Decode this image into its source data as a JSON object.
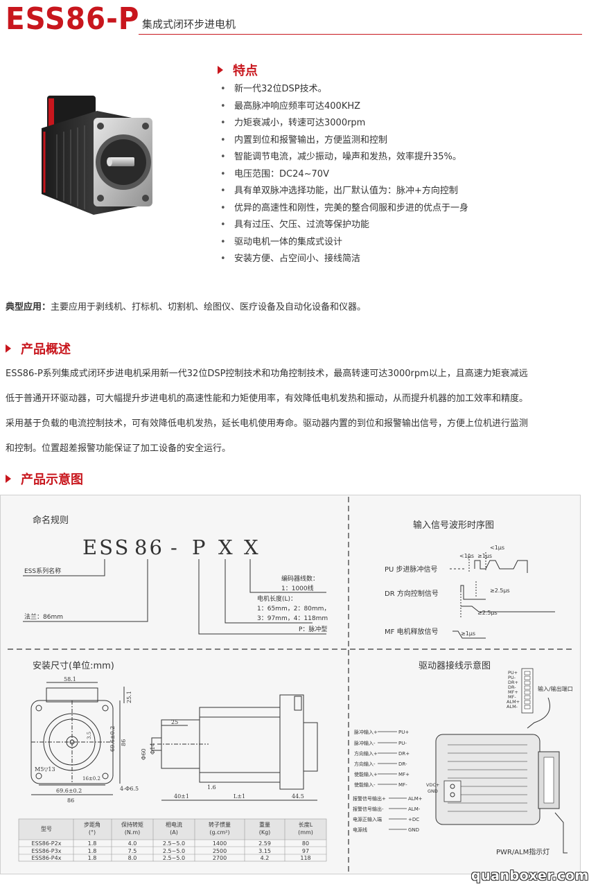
{
  "header": {
    "brand": "ESS86-P",
    "subtitle": "集成式闭环步进电机"
  },
  "features": {
    "title": "特点",
    "items": [
      "新一代32位DSP技术。",
      "最高脉冲响应频率可达400KHZ",
      "力矩衰减小，转速可达3000rpm",
      "内置到位和报警输出，方便监测和控制",
      "智能调节电流，减少振动，噪声和发热，效率提升35%。",
      "电压范围：DC24~70V",
      "具有单双脉冲选择功能，出厂默认值为：脉冲+方向控制",
      "优异的高速性和刚性，完美的整合伺服和步进的优点于一身",
      "具有过压、欠压、过流等保护功能",
      "驱动电机一体的集成式设计",
      "安装方便、占空间小、接线简洁"
    ]
  },
  "applications": {
    "label": "典型应用：",
    "text": "主要应用于剥线机、打标机、切割机、绘图仪、医疗设备及自动化设备和仪器。"
  },
  "overview": {
    "title": "产品概述",
    "lines": [
      "ESS86-P系列集成式闭环步进电机采用新一代32位DSP控制技术和功角控制技术，最高转速可达3000rpm以上，且高速力矩衰减远",
      "低于普通开环驱动器，可大幅提升步进电机的高速性能和力矩使用率，有效降低电机发热和振动，从而提升机器的加工效率和精度。",
      "采用基于负载的电流控制技术，可有效降低电机发热，延长电机使用寿命。驱动器内置的到位和报警输出信号，方便上位机进行监测",
      "和控制。位置超差报警功能保证了加工设备的安全运行。"
    ]
  },
  "schematic": {
    "title": "产品示意图",
    "naming": {
      "title": "命名规则",
      "code": [
        "ESS",
        "86",
        "-",
        "P",
        "X",
        "X"
      ],
      "series": "ESS系列名称",
      "flange": "法兰：86mm",
      "encoder_title": "编码器线数：",
      "encoder_value": "1：1000线",
      "length_title": "电机长度(L)：",
      "length_line1": "1：65mm，2：80mm，",
      "length_line2": "3：97mm，4：118mm",
      "pulse_type": "P：脉冲型"
    },
    "timing": {
      "title": "输入信号波形时序图",
      "pu": "PU 步进脉冲信号",
      "dr": "DR 方向控制信号",
      "mf": "MF 电机释放信号",
      "t1": "<1μs",
      "t2": "<1μs",
      "t3": "≥1μs",
      "t4": "≥2.5μs",
      "t5": "≥2.5μs",
      "t6": "≥1μs"
    },
    "mounting": {
      "title": "安装尺寸(单位:mm)",
      "dims": {
        "d58": "58.1",
        "d25v": "25.1",
        "d86h": "86",
        "d86v": "86",
        "d69": "69.6±0.2",
        "d69v": "69.6±0.2",
        "d16": "16±0.2",
        "d3": "3.5",
        "m5": "M5▽13",
        "holes": "4-Φ6.5",
        "d25": "25",
        "d60": "Φ60",
        "d14": "Φ14",
        "d40": "40±1",
        "d16b": "1.6",
        "l": "L±1",
        "d44": "44.5"
      }
    },
    "wiring": {
      "title": "驱动器接线示意图",
      "port_label": "输入/输出端口",
      "port_pins": [
        "PU+",
        "PU-",
        "DR+",
        "DR-",
        "MF+",
        "MF-",
        "ALM+",
        "ALM-"
      ],
      "signals": [
        {
          "label": "脉冲输入+",
          "pin": "PU+"
        },
        {
          "label": "脉冲输入-",
          "pin": "PU-"
        },
        {
          "label": "方向输入+",
          "pin": "DR+"
        },
        {
          "label": "方向输入-",
          "pin": "DR-"
        },
        {
          "label": "使能输入+",
          "pin": "MF+"
        },
        {
          "label": "使能输入-",
          "pin": "MF-"
        },
        {
          "label": "报警信号输出+",
          "pin": "ALM+"
        },
        {
          "label": "报警信号输出-",
          "pin": "ALM-"
        },
        {
          "label": "电源正输入端",
          "pin": "+DC"
        },
        {
          "label": "电源线",
          "pin": "GND"
        }
      ],
      "vdc": "VDC+",
      "gnd": "GND",
      "led_label": "PWR/ALM指示灯"
    },
    "table": {
      "headers": [
        [
          "型号",
          ""
        ],
        [
          "步距角",
          "(°)"
        ],
        [
          "保持转矩",
          "(N.m)"
        ],
        [
          "相电流",
          "(A)"
        ],
        [
          "转子惯量",
          "(g.cm²)"
        ],
        [
          "重量",
          "(Kg)"
        ],
        [
          "长度L",
          "(mm)"
        ]
      ],
      "rows": [
        [
          "ESS86-P2x",
          "1.8",
          "4.0",
          "2.5~5.0",
          "1400",
          "2.59",
          "80"
        ],
        [
          "ESS86-P3x",
          "1.8",
          "7.5",
          "2.5~5.0",
          "2500",
          "3.15",
          "97"
        ],
        [
          "ESS86-P4x",
          "1.8",
          "8.0",
          "2.5~5.0",
          "2700",
          "4.2",
          "118"
        ]
      ]
    }
  },
  "watermark": "quanboxer.com",
  "colors": {
    "accent": "#c8161d"
  }
}
